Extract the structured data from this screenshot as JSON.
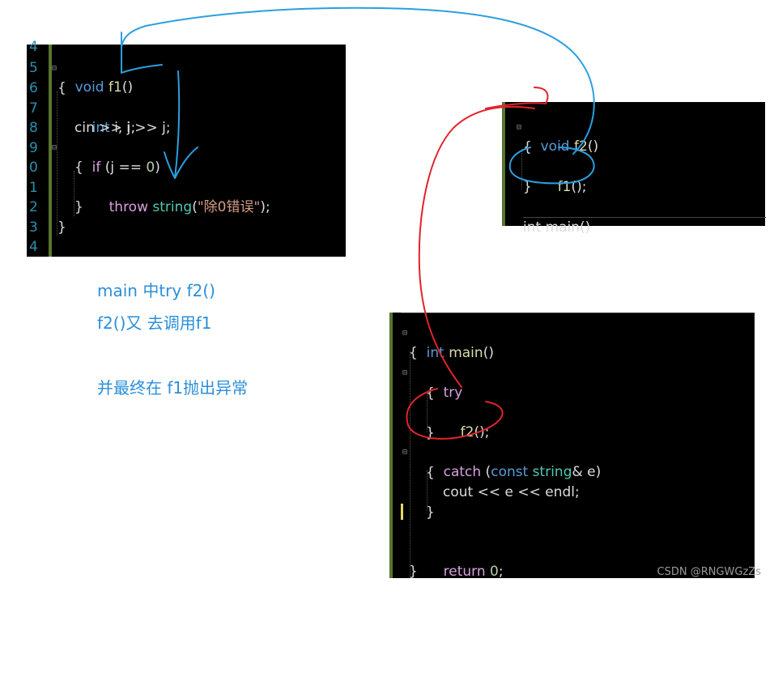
{
  "panel1": {
    "line_numbers": [
      "4",
      "5",
      "6",
      "7",
      "8",
      "9",
      "0",
      "1",
      "2",
      "3",
      "4"
    ],
    "lines": {
      "l1_kw": "void",
      "l1_fn": "f1",
      "l1_p": "()",
      "l2": "{",
      "l3_kw": "int",
      "l3_rest": " i, j;",
      "l4": "cin >> i >> j;",
      "l5_kw": "if",
      "l5_rest": " (j == ",
      "l5_num": "0",
      "l5_end": ")",
      "l6": "{",
      "l7_kw": "throw",
      "l7_typ": "string",
      "l7_p1": "(",
      "l7_str": "\"除0错误\"",
      "l7_p2": ");",
      "l8": "}",
      "l9": "}"
    }
  },
  "panel2": {
    "lines": {
      "l1_kw": "void",
      "l1_fn": "f2",
      "l1_p": "()",
      "l2": "{",
      "l3_fn": "f1",
      "l3_p": "();",
      "l4": "}",
      "l5": "int main()"
    }
  },
  "panel3": {
    "lines": {
      "l1_kw": "int",
      "l1_fn": "main",
      "l1_p": "()",
      "l2": "{",
      "l3_kw": "try",
      "l4": "{",
      "l5_fn": "f2",
      "l5_p": "();",
      "l6": "}",
      "l7_kw": "catch",
      "l7_p1": " (",
      "l7_kw2": "const",
      "l7_typ": " string",
      "l7_rest": "& e)",
      "l8": "{",
      "l9": "cout << e << endl;",
      "l10": "}",
      "l11_kw": "return",
      "l11_num": " 0",
      "l11_end": ";",
      "l12": "}"
    }
  },
  "notes": {
    "n1": "main 中try f2()",
    "n2": "f2()又 去调用f1",
    "n3": "并最终在 f1抛出异常"
  },
  "watermark": "CSDN @RNGWGzZs",
  "colors": {
    "annotation_blue": "#2b9fe0",
    "annotation_red": "#e0242a",
    "note_text": "#2b8fd8"
  }
}
